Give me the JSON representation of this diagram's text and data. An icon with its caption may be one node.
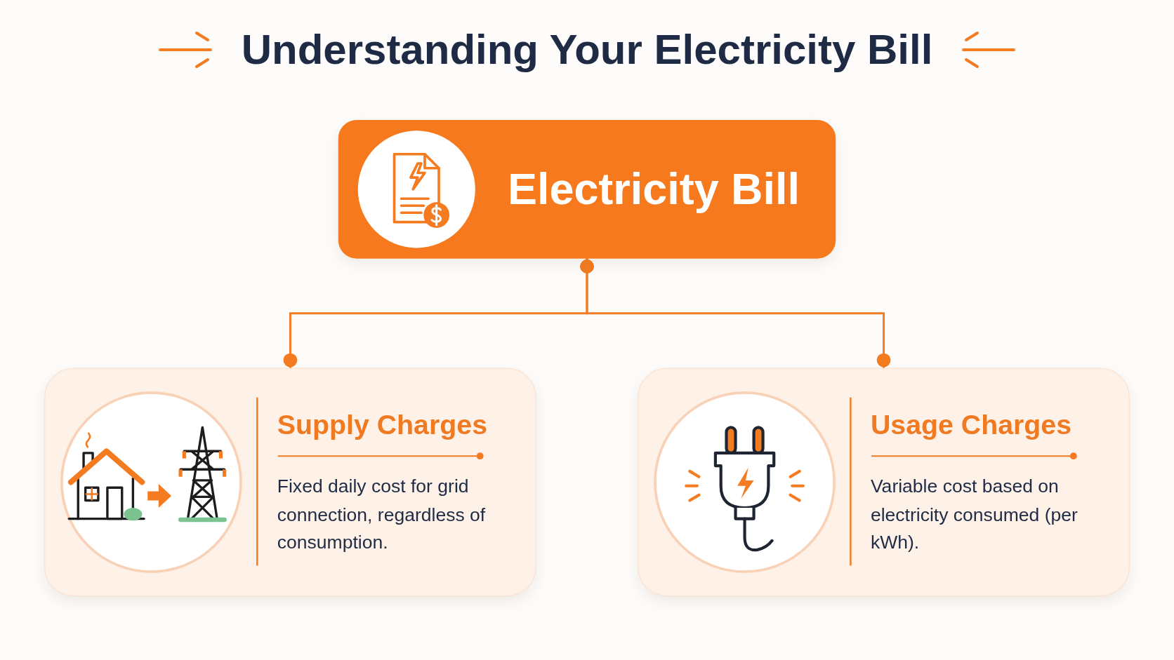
{
  "diagram": {
    "title": "Understanding Your Electricity Bill",
    "nodes": [
      {
        "text": [
          "Electricity Bill"
        ]
      },
      {
        "text": [
          "Supply Charges",
          "Fixed daily cost for grid connection, regardless of consumption."
        ]
      },
      {
        "text": [
          "Usage Charges",
          "Variable cost based on electricity consumed (per kWh)."
        ]
      }
    ],
    "edges": [
      {
        "from": 0,
        "to": 1,
        "arrow": "other"
      },
      {
        "from": 0,
        "to": 2,
        "arrow": "other"
      }
    ]
  }
}
